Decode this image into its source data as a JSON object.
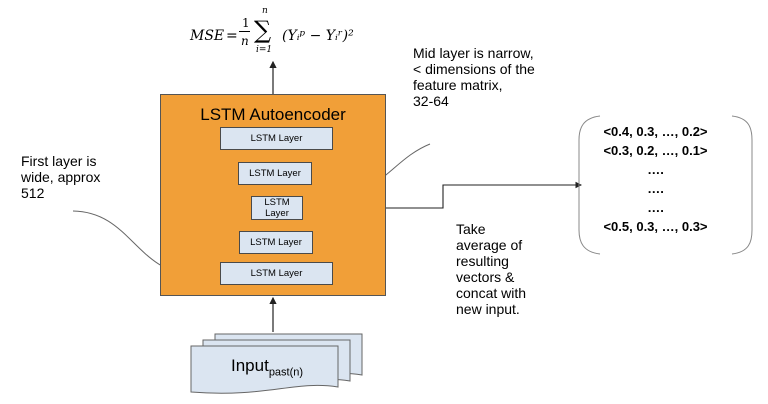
{
  "formula": {
    "lhs": "MSE",
    "equals": "=",
    "frac_num": "1",
    "frac_den": "n",
    "sum_upper": "n",
    "sum_lower": "i=1",
    "term": "(Yᵢᵖ − Yᵢʳ)²"
  },
  "autoencoder": {
    "title": "LSTM Autoencoder",
    "layers": [
      {
        "label": "LSTM Layer"
      },
      {
        "label": "LSTM Layer"
      },
      {
        "label": "LSTM Layer"
      },
      {
        "label": "LSTM Layer"
      },
      {
        "label": "LSTM Layer"
      }
    ]
  },
  "notes": {
    "mid_layer": [
      "Mid layer is narrow,",
      "< dimensions of the",
      "feature matrix,",
      "32-64"
    ],
    "first_layer": [
      "First layer is",
      "wide, approx",
      "512"
    ],
    "average": [
      "Take",
      "average of",
      "resulting",
      "vectors &",
      "concat with",
      "new input."
    ]
  },
  "vectors": {
    "rows": [
      "<0.4, 0.3, …, 0.2>",
      "<0.3, 0.2, …, 0.1>",
      "….",
      "….",
      "….",
      "<0.5, 0.3, …, 0.3>"
    ]
  },
  "input": {
    "label": "Input",
    "subscript": "past(n)"
  }
}
